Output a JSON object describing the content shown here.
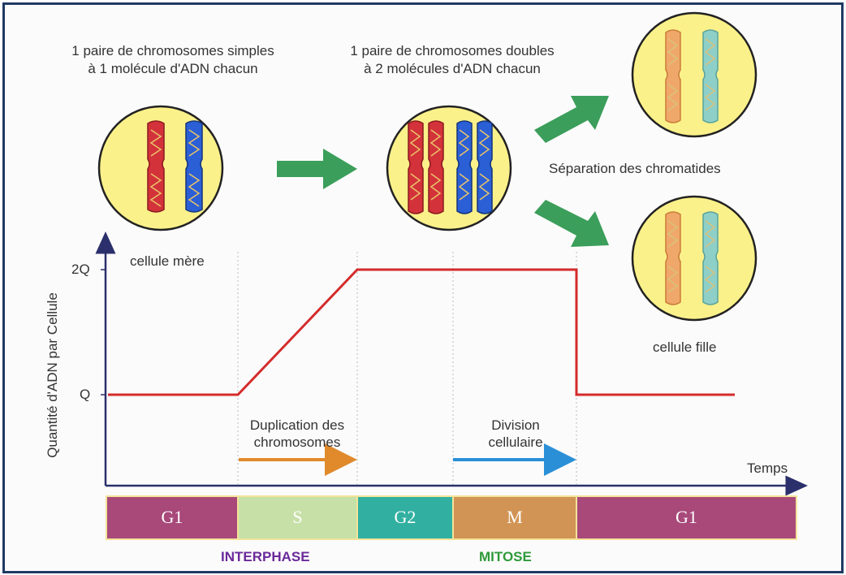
{
  "captions": {
    "simple_line1": "1 paire de chromosomes simples",
    "simple_line2": "à 1 molécule d'ADN chacun",
    "double_line1": "1 paire de chromosomes doubles",
    "double_line2": "à 2 molécules d'ADN chacun"
  },
  "labels": {
    "mother_cell": "cellule mère",
    "separation": "Séparation des chromatides",
    "daughter_cell": "cellule fille"
  },
  "axes": {
    "y_label": "Quantité d'ADN par Cellule",
    "x_label": "Temps",
    "y_ticks": [
      "Q",
      "2Q"
    ]
  },
  "annotations": {
    "duplication_line1": "Duplication des",
    "duplication_line2": "chromosomes",
    "division_line1": "Division",
    "division_line2": "cellulaire"
  },
  "phases": [
    {
      "label": "G1",
      "color": "#a8497a"
    },
    {
      "label": "S",
      "color": "#c7e0a8"
    },
    {
      "label": "G2",
      "color": "#31b0a1"
    },
    {
      "label": "M",
      "color": "#d29454"
    },
    {
      "label": "G1",
      "color": "#a8497a"
    }
  ],
  "groups": {
    "interphase": "INTERPHASE",
    "mitose": "MITOSE"
  },
  "colors": {
    "dna_line": "#d42b2b",
    "duplication_arrow": "#e08a2c",
    "division_arrow": "#2a8fd6",
    "interphase_text": "#6a2a9a",
    "mitose_text": "#2f9a3a",
    "cell_fill": "#fbf18a",
    "green_arrow": "#3b9e5a"
  }
}
